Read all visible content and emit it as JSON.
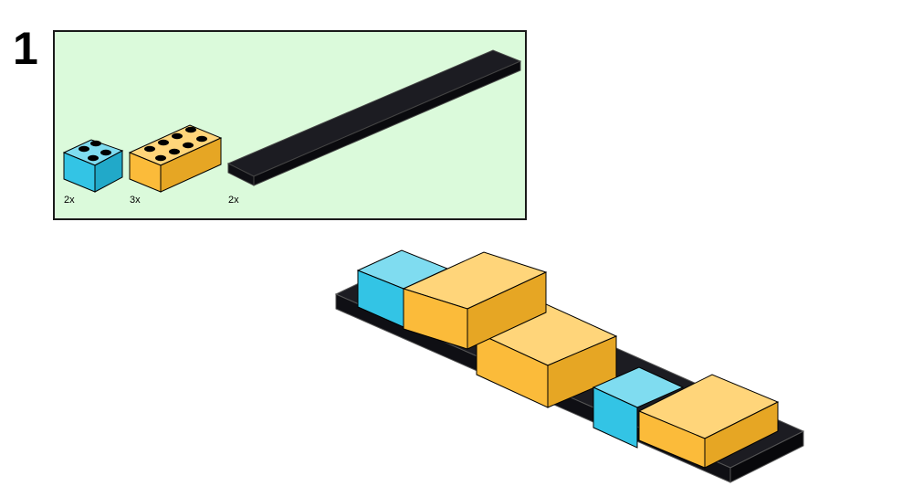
{
  "step": {
    "number": "1"
  },
  "parts_list": {
    "parts": [
      {
        "name": "brick-2x2",
        "color": "#33c4e5",
        "quantity": "2x"
      },
      {
        "name": "brick-2x4",
        "color": "#fbbb3a",
        "quantity": "3x"
      },
      {
        "name": "plate-2x16",
        "color": "#0f0f14",
        "quantity": "2x"
      }
    ],
    "background": "#dbfadb"
  },
  "model": {
    "colors": {
      "blue": "#33c4e5",
      "yellow": "#fbbb3a",
      "black": "#0f0f14"
    }
  }
}
